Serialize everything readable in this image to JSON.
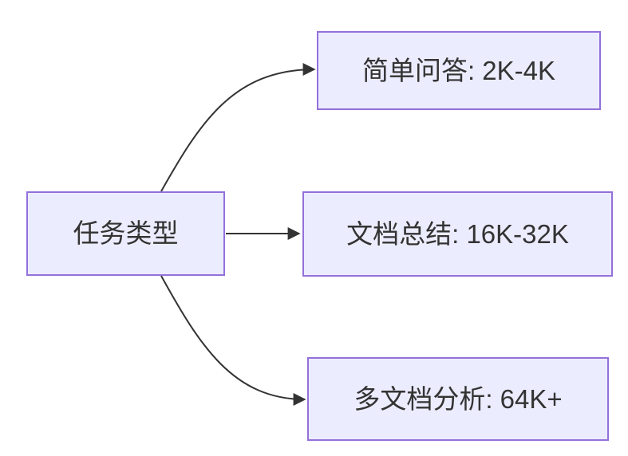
{
  "diagram": {
    "type": "flowchart",
    "direction": "left-to-right",
    "nodes": [
      {
        "id": "task-type",
        "label": "任务类型"
      },
      {
        "id": "simple-qa",
        "label": "简单问答: 2K-4K"
      },
      {
        "id": "doc-summary",
        "label": "文档总结: 16K-32K"
      },
      {
        "id": "multi-doc",
        "label": "多文档分析: 64K+"
      }
    ],
    "edges": [
      {
        "from": "task-type",
        "to": "simple-qa"
      },
      {
        "from": "task-type",
        "to": "doc-summary"
      },
      {
        "from": "task-type",
        "to": "multi-doc"
      }
    ],
    "colors": {
      "node_fill": "#ECECFF",
      "node_border": "#9370DB",
      "edge_stroke": "#333333",
      "text": "#333333",
      "background": "#FFFFFF"
    }
  }
}
